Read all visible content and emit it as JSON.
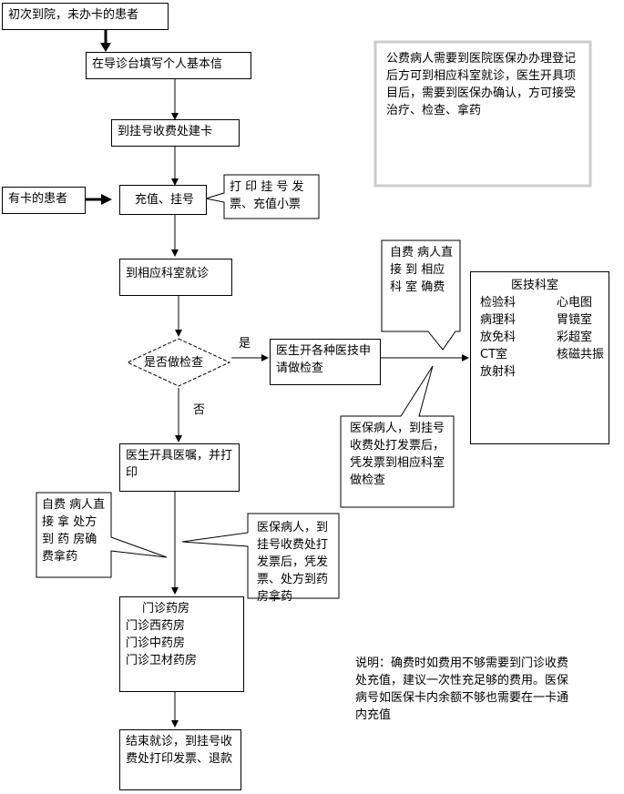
{
  "flow": {
    "start": "初次到院，未办卡的患者",
    "fill_info": "在导诊台填写个人基本信",
    "register_card": "到挂号收费处建卡",
    "with_card": "有卡的患者",
    "recharge": "充值、挂号",
    "recharge_note": "打 印 挂 号 发 票、充值小票",
    "visit_dept": "到相应科室就诊",
    "decision": "是否做检查",
    "yes": "是",
    "no": "否",
    "order_exam": "医生开各种医技申请做检查",
    "prescribe": "医生开具医嘱，并打印",
    "self_pay_exam_note": "自费 病人直接 到 相应 科 室 确费",
    "insured_exam_note": "医保病人，到挂号收费处打发票后，凭发票到相应科室做检查",
    "self_pay_drug_note": "自费 病人直接 拿 处方 到 药 房确费拿药",
    "insured_drug_note": "医保病人，到挂号收费处打发票后，凭发票、处方到药房拿药",
    "pharmacy": {
      "title": "门诊药房",
      "items": [
        "门诊西药房",
        "门诊中药房",
        "门诊卫材药房"
      ]
    },
    "finish": "结束就诊，到挂号收费处打印发票、退款"
  },
  "tech_dept": {
    "title": "医技科室",
    "col1": [
      "检验科",
      "病理科",
      "放免科",
      "CT室",
      "放射科"
    ],
    "col2": [
      "心电图",
      "胃镜室",
      "彩超室",
      "核磁共振"
    ]
  },
  "notes": {
    "public_patient": "公费病人需要到医院医保办办理登记后方可到相应科室就诊，医生开具项目后，需要到医保办确认，方可接受治疗、检查、拿药",
    "explanation": "说明：确费时如费用不够需要到门诊收费处充值，建议一次性充足够的费用。医保病号如医保卡内余额不够也需要在一卡通内充值"
  }
}
